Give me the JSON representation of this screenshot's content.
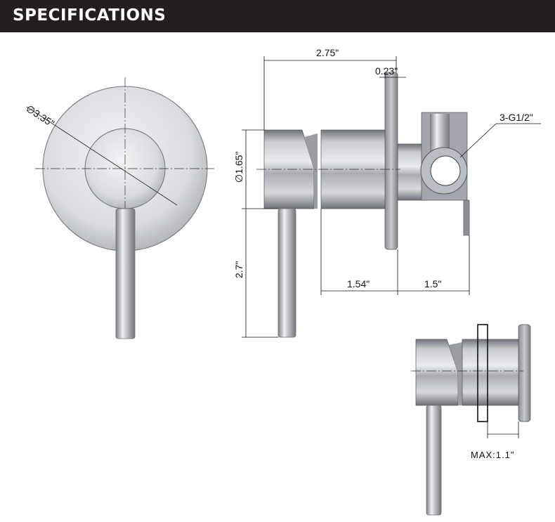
{
  "header": {
    "title": "SPECIFICATIONS"
  },
  "dimensions": {
    "face_diameter": "∅3.35\"",
    "total_depth": "2.75\"",
    "flange_thickness": "0.23\"",
    "handle_diameter": "∅1.65\"",
    "lever_length": "2.7\"",
    "body_length": "1.54\"",
    "valve_length": "1.5\"",
    "connection": "3-G1/2\"",
    "max_wall": "MAX:1.1\""
  }
}
